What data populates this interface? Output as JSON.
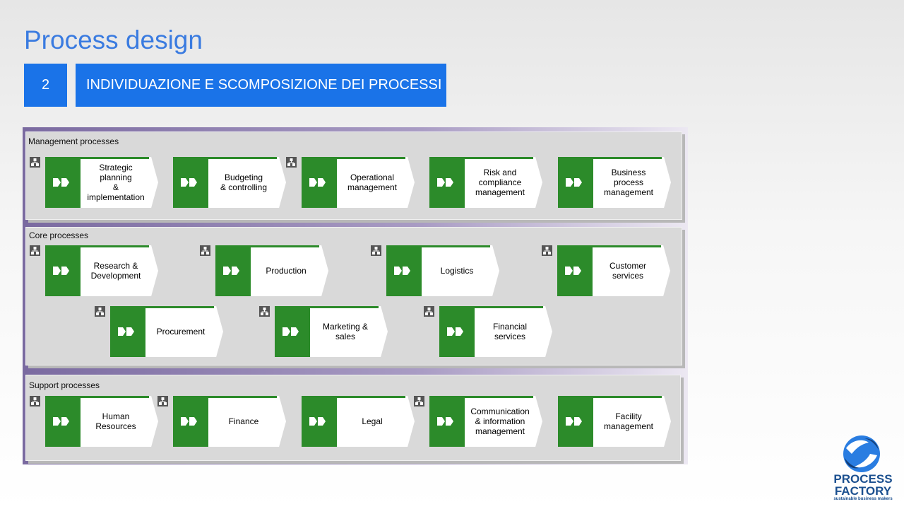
{
  "title": "Process design",
  "step_number": "2",
  "step_title": "INDIVIDUAZIONE E SCOMPOSIZIONE DEI PROCESSI",
  "sections": [
    {
      "label": "Management processes",
      "rows": [
        [
          {
            "label": "Strategic\nplanning\n&\nimplementation",
            "hierarchy": true
          },
          {
            "label": "Budgeting\n& controlling",
            "hierarchy": false
          },
          {
            "label": "Operational\nmanagement",
            "hierarchy": true
          },
          {
            "label": "Risk and\ncompliance\nmanagement",
            "hierarchy": false
          },
          {
            "label": "Business\nprocess\nmanagement",
            "hierarchy": false
          }
        ]
      ]
    },
    {
      "label": "Core processes",
      "rows": [
        [
          {
            "label": "Research &\nDevelopment",
            "hierarchy": true
          },
          {
            "label": "Production",
            "hierarchy": true
          },
          {
            "label": "Logistics",
            "hierarchy": true
          },
          {
            "label": "Customer\nservices",
            "hierarchy": true
          }
        ],
        [
          {
            "label": "Procurement",
            "hierarchy": true
          },
          {
            "label": "Marketing &\nsales",
            "hierarchy": true
          },
          {
            "label": "Financial\nservices",
            "hierarchy": true
          }
        ]
      ]
    },
    {
      "label": "Support processes",
      "rows": [
        [
          {
            "label": "Human\nResources",
            "hierarchy": true
          },
          {
            "label": "Finance",
            "hierarchy": true
          },
          {
            "label": "Legal",
            "hierarchy": false
          },
          {
            "label": "Communication\n& information\nmanagement",
            "hierarchy": true
          },
          {
            "label": "Facility\nmanagement",
            "hierarchy": false
          }
        ]
      ]
    }
  ],
  "logo": {
    "line1": "PROCESS",
    "line2": "FACTORY",
    "tagline": "sustainable business makers"
  },
  "colors": {
    "accent_blue": "#1a73e8",
    "title_blue": "#3a7be0",
    "process_green": "#2c8b2a"
  }
}
